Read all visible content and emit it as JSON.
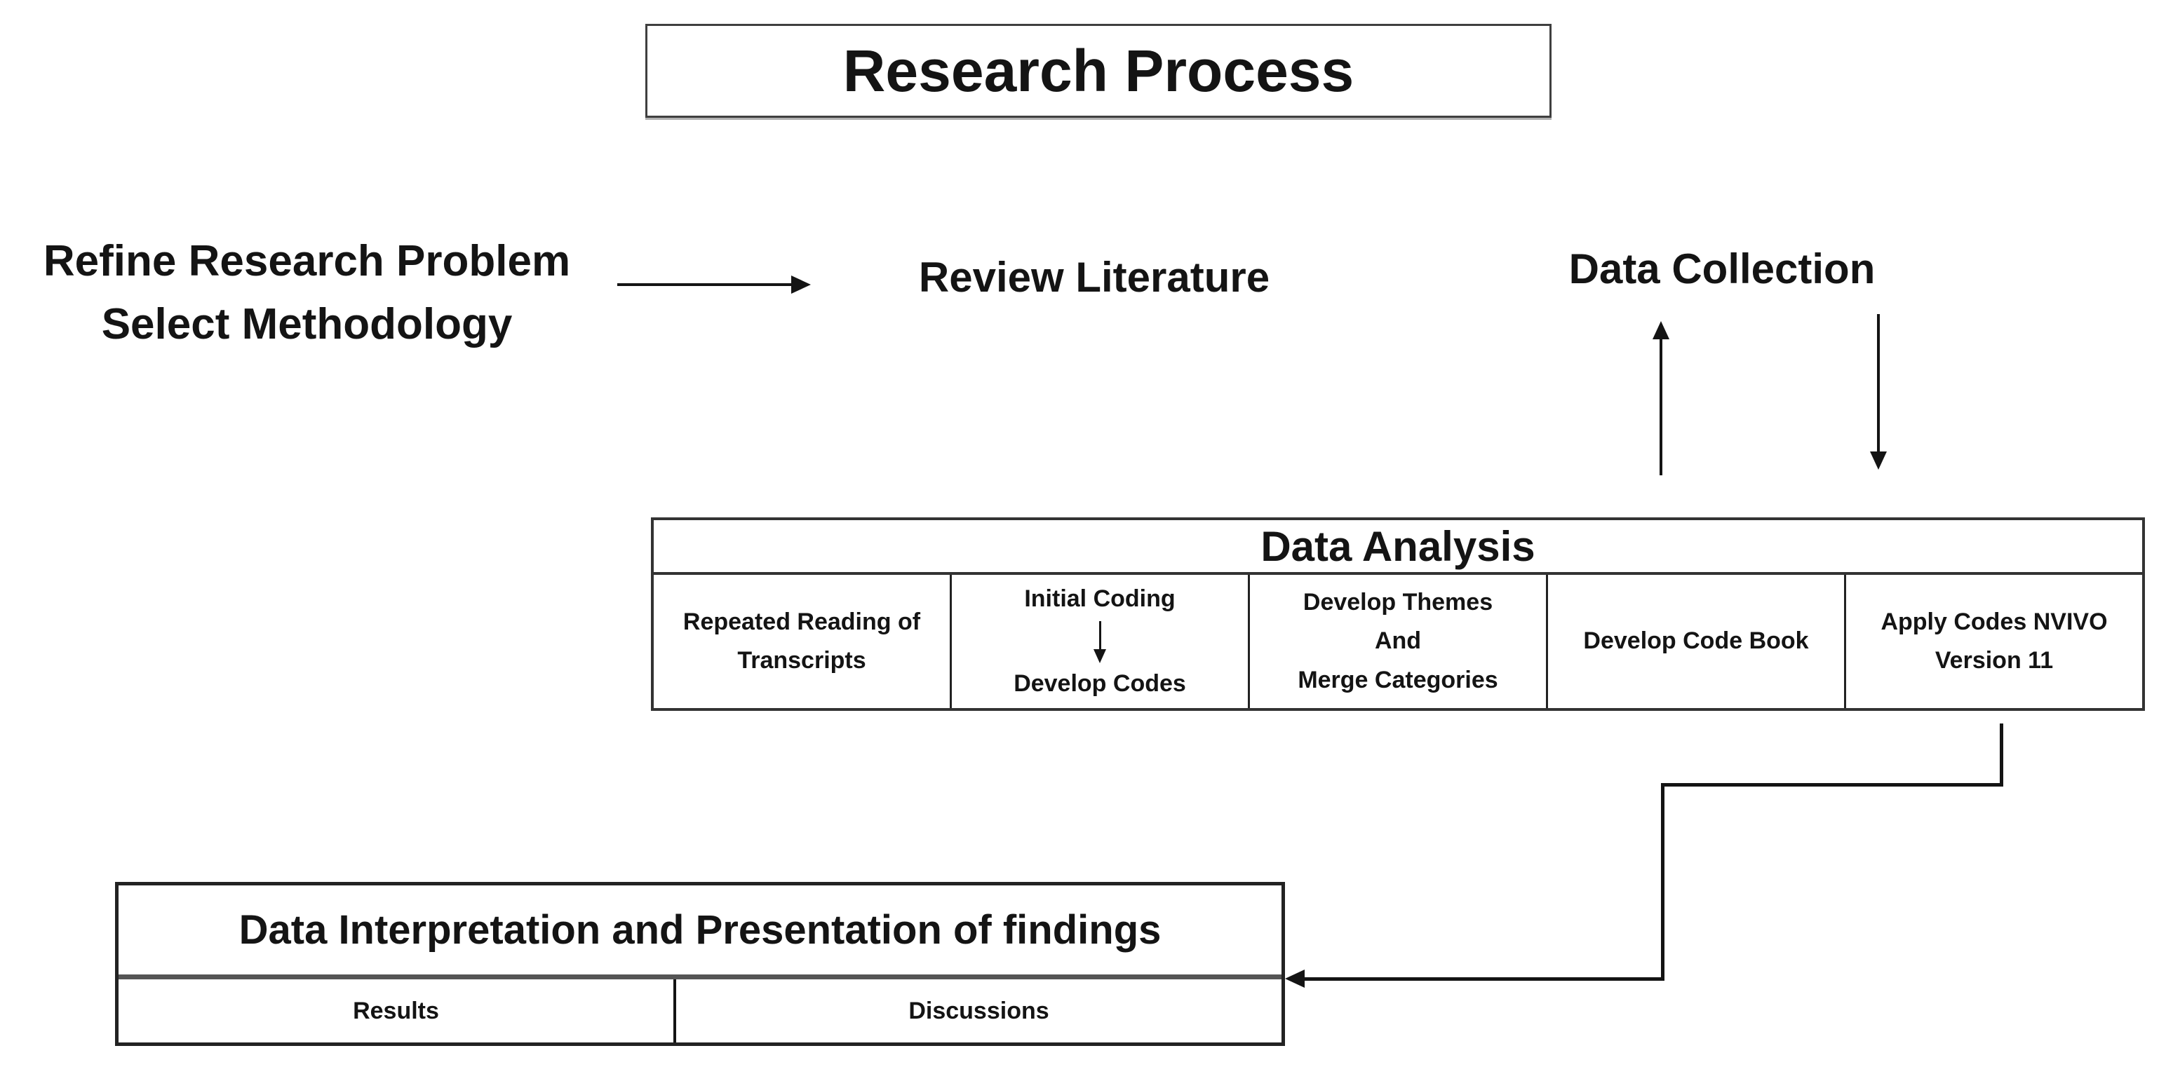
{
  "diagram": {
    "title": "Research Process",
    "steps": {
      "refine": {
        "line1": "Refine Research Problem",
        "line2": "Select Methodology"
      },
      "review_literature": "Review Literature",
      "data_collection": "Data Collection"
    },
    "analysis": {
      "title": "Data Analysis",
      "columns": [
        {
          "lines": [
            "Repeated Reading of",
            "Transcripts"
          ]
        },
        {
          "top": "Initial Coding",
          "bottom": "Develop Codes"
        },
        {
          "lines": [
            "Develop Themes",
            "And",
            "Merge Categories"
          ]
        },
        {
          "lines": [
            "Develop Code Book"
          ]
        },
        {
          "lines": [
            "Apply Codes NVIVO",
            "Version 11"
          ]
        }
      ]
    },
    "interpretation": {
      "title": "Data Interpretation and Presentation of findings",
      "cells": [
        "Results",
        "Discussions"
      ]
    },
    "colors": {
      "ink": "#141414",
      "background": "#ffffff"
    }
  }
}
